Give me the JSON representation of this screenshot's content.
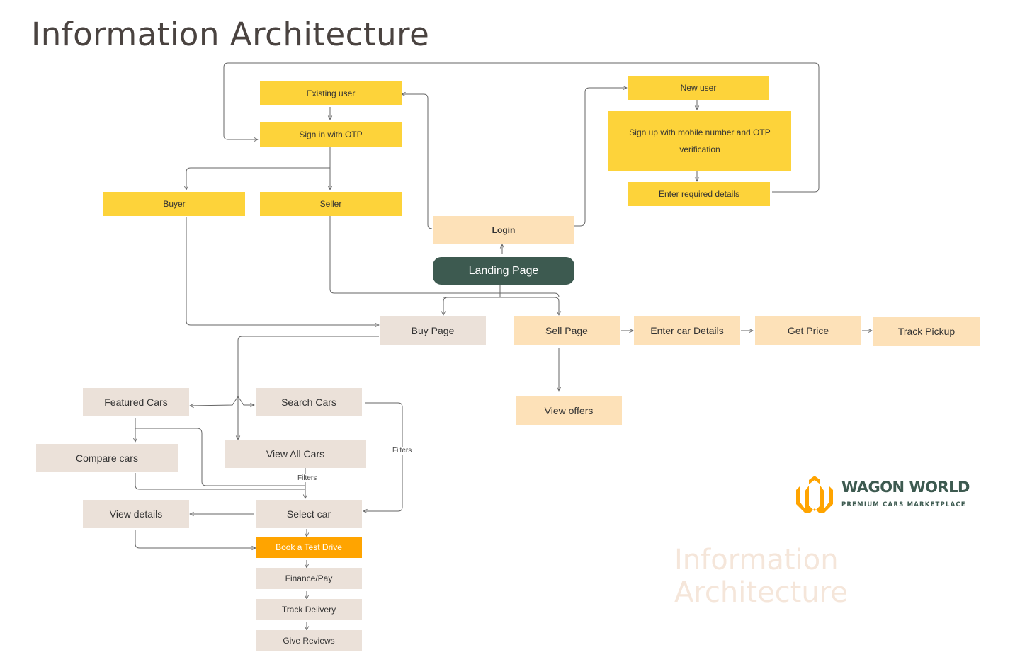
{
  "title": "Information Architecture",
  "watermark": "Information Architecture",
  "brand": {
    "name": "WAGON WORLD",
    "tagline": "PREMIUM CARS MARKETPLACE",
    "colors": {
      "primary": "#3d5a50",
      "accent": "#ffa400"
    }
  },
  "nodes": {
    "existing_user": "Existing user",
    "sign_in_otp": "Sign in with OTP",
    "new_user": "New user",
    "sign_up": "Sign up with mobile number and OTP verification",
    "enter_required": "Enter required details",
    "buyer": "Buyer",
    "seller": "Seller",
    "login": "Login",
    "landing": "Landing Page",
    "buy_page": "Buy Page",
    "sell_page": "Sell Page",
    "enter_car_details": "Enter car Details",
    "get_price": "Get Price",
    "track_pickup": "Track Pickup",
    "view_offers": "View offers",
    "featured_cars": "Featured Cars",
    "search_cars": "Search Cars",
    "compare_cars": "Compare cars",
    "view_all_cars": "View All Cars",
    "view_details": "View details",
    "select_car": "Select car",
    "book_test_drive": "Book a Test Drive",
    "finance_pay": "Finance/Pay",
    "track_delivery": "Track Delivery",
    "give_reviews": "Give Reviews"
  },
  "edge_labels": {
    "filters_1": "Filters",
    "filters_2": "Filters"
  }
}
